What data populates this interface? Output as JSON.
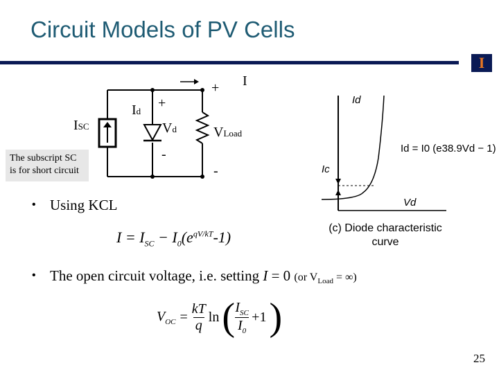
{
  "slide": {
    "title": "Circuit Models of PV Cells",
    "logo_letter": "I",
    "page_number": "25"
  },
  "circuit": {
    "isc_main": "I",
    "isc_sub": "SC",
    "id_main": "I",
    "id_sub": "d",
    "diode_plus": "+",
    "vd_main": "V",
    "vd_sub": "d",
    "diode_minus": "-",
    "out_plus": "+",
    "current_label": "I",
    "vload_main": "V",
    "vload_sub": "Load",
    "out_minus": "-",
    "note": "The subscript SC is for short circuit"
  },
  "diode_figure": {
    "id_axis": "Id",
    "vd_axis": "Vd",
    "ic_label": "Ic",
    "equation": "Id = I0 (e38.9Vd − 1)",
    "caption_line1": "(c) Diode characteristic",
    "caption_line2": "curve"
  },
  "bullets": [
    {
      "text": "Using KCL",
      "equation": "I = ISC − I0(eqV/kT -1)"
    },
    {
      "text_prefix": "The open circuit voltage, i.e. setting ",
      "italic_var": "I",
      "text_mid": " = 0 ",
      "or_text": "(or V",
      "or_sub": "Load",
      "or_end": " = ∞)",
      "equation": "VOC = kT/q ln(ISC/I0 + 1)"
    }
  ]
}
